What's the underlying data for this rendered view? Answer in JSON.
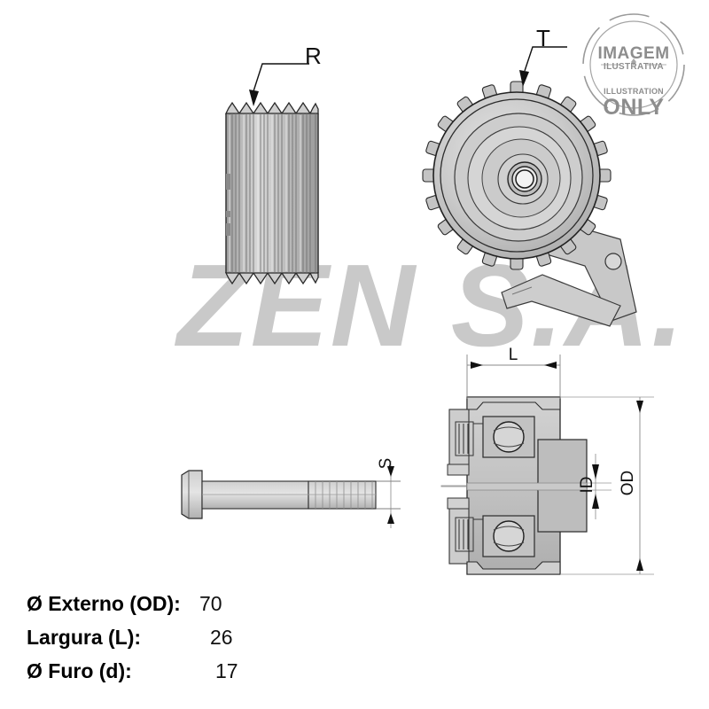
{
  "page": {
    "background": "#ffffff",
    "watermark_text": "ZEN S.A.",
    "watermark_color": "#c9c9c9"
  },
  "stamp": {
    "line1": "IMAGEM",
    "line2": "ILUSTRATIVA",
    "line3": "ILLUSTRATION",
    "line4": "ONLY",
    "color": "#8d8d8d"
  },
  "callouts": {
    "pulley_ribs": "R",
    "tensioner": "T"
  },
  "dimensions": {
    "bolt_thread": "S",
    "width": "L",
    "inner_diameter": "ID",
    "outer_diameter": "OD"
  },
  "spec_table": {
    "rows": [
      {
        "label": "Ø Externo (OD):",
        "value": "70"
      },
      {
        "label": "Largura (L):",
        "value": "26"
      },
      {
        "label": "Ø Furo (d):",
        "value": "17"
      }
    ]
  },
  "drawing": {
    "views": [
      {
        "name": "poly-v-pulley-side-view",
        "label": "R"
      },
      {
        "name": "toothed-tensioner-pulley",
        "label": "T"
      },
      {
        "name": "hex-bolt",
        "label": "S"
      },
      {
        "name": "bearing-cross-section",
        "label": "L / ID / OD"
      }
    ],
    "line_color": "#1a1a1a",
    "fill_light": "#d4d4d4",
    "fill_mid": "#b8b8b8",
    "fill_dark": "#9a9a9a"
  }
}
